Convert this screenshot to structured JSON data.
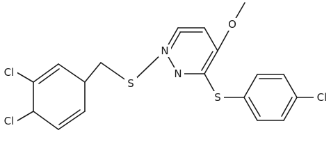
{
  "diagram": {
    "type": "skeletal-structure",
    "atoms": [
      {
        "id": "O1",
        "label": "O"
      },
      {
        "id": "N1",
        "label": "N"
      },
      {
        "id": "N2",
        "label": "N"
      },
      {
        "id": "S1",
        "label": "S"
      },
      {
        "id": "S2",
        "label": "S"
      },
      {
        "id": "Cl1",
        "label": "Cl"
      },
      {
        "id": "Cl2",
        "label": "Cl"
      },
      {
        "id": "Cl3",
        "label": "Cl"
      }
    ]
  },
  "colors": {
    "line": "#1a1a1a",
    "background": "#ffffff"
  }
}
